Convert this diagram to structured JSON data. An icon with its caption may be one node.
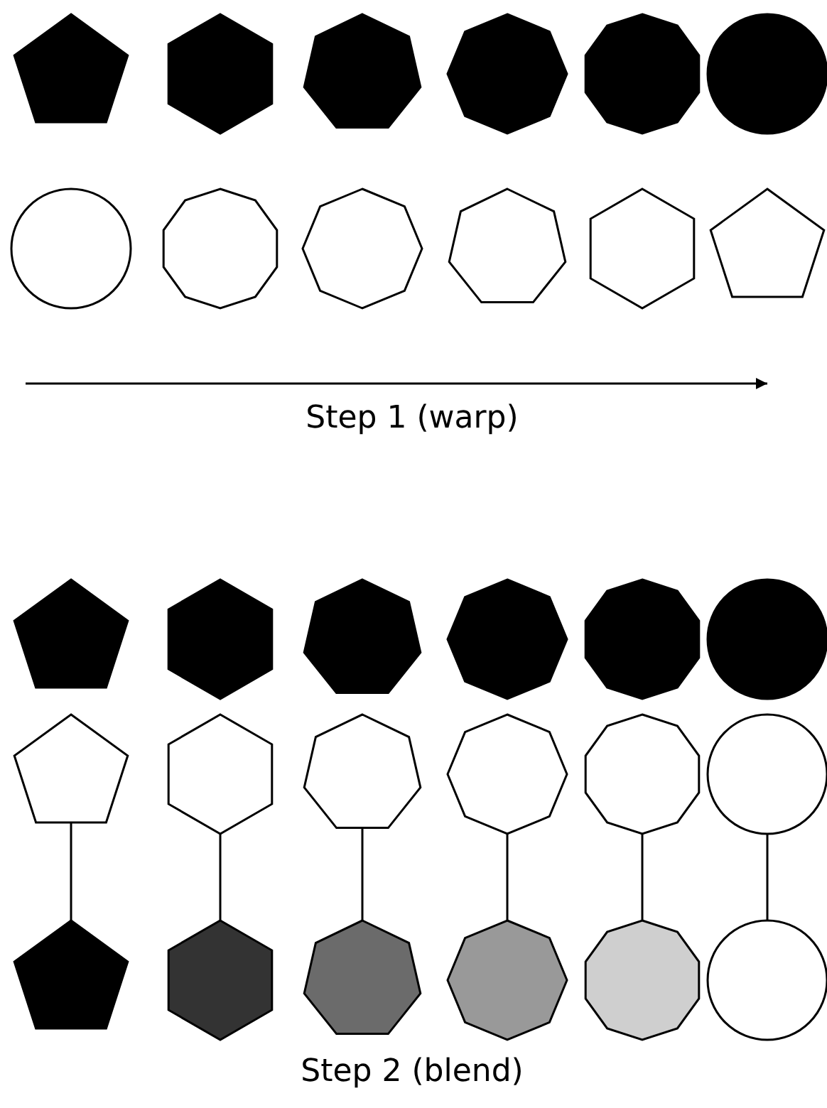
{
  "diagram": {
    "nodes": [
      {
        "text": [],
        "shape": "pentagon"
      },
      {
        "text": [],
        "shape": "hexagon"
      },
      {
        "text": [],
        "shape": "heptagon"
      },
      {
        "text": [],
        "shape": "octagon"
      },
      {
        "text": [],
        "shape": "decagon"
      },
      {
        "text": [],
        "shape": "circle"
      },
      {
        "text": [],
        "shape": "circle"
      },
      {
        "text": [],
        "shape": "decagon"
      },
      {
        "text": [],
        "shape": "octagon"
      },
      {
        "text": [],
        "shape": "heptagon"
      },
      {
        "text": [],
        "shape": "hexagon"
      },
      {
        "text": [],
        "shape": "pentagon"
      },
      {
        "text": [],
        "shape": "pentagon"
      },
      {
        "text": [],
        "shape": "hexagon"
      },
      {
        "text": [],
        "shape": "heptagon"
      },
      {
        "text": [],
        "shape": "octagon"
      },
      {
        "text": [],
        "shape": "decagon"
      },
      {
        "text": [],
        "shape": "circle"
      },
      {
        "text": [],
        "shape": "pentagon"
      },
      {
        "text": [],
        "shape": "hexagon"
      },
      {
        "text": [],
        "shape": "heptagon"
      },
      {
        "text": [],
        "shape": "octagon"
      },
      {
        "text": [],
        "shape": "decagon"
      },
      {
        "text": [],
        "shape": "circle"
      },
      {
        "text": [],
        "shape": "pentagon"
      },
      {
        "text": [],
        "shape": "hexagon"
      },
      {
        "text": [],
        "shape": "heptagon"
      },
      {
        "text": [],
        "shape": "octagon"
      },
      {
        "text": [],
        "shape": "decagon"
      },
      {
        "text": [],
        "shape": "circle"
      }
    ],
    "edges": [
      {
        "from": 18,
        "to": 24,
        "arrow": "none"
      },
      {
        "from": 19,
        "to": 25,
        "arrow": "none"
      },
      {
        "from": 20,
        "to": 26,
        "arrow": "none"
      },
      {
        "from": 21,
        "to": 27,
        "arrow": "none"
      },
      {
        "from": 22,
        "to": 28,
        "arrow": "none"
      },
      {
        "from": 23,
        "to": 29,
        "arrow": "none"
      }
    ],
    "labels": [
      "Step 1 (warp)",
      "Step 2 (blend)"
    ]
  }
}
